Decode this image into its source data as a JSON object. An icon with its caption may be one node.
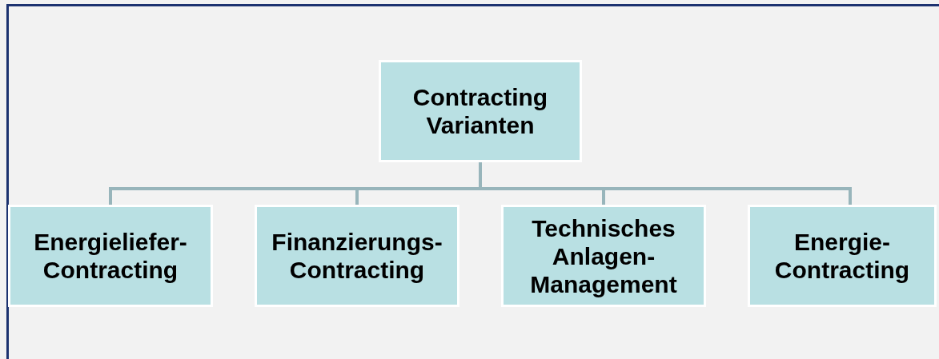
{
  "diagram": {
    "nodes": [
      {
        "text": [
          "Contracting Varianten"
        ]
      },
      {
        "text": [
          "Energieliefer-Contracting"
        ]
      },
      {
        "text": [
          "Finanzierungs-Contracting"
        ]
      },
      {
        "text": [
          "Technisches Anlagen-Management"
        ]
      },
      {
        "text": [
          "Energie-Contracting"
        ]
      }
    ],
    "edges": [
      {
        "from": 0,
        "to": 1,
        "arrow": "none"
      },
      {
        "from": 0,
        "to": 2,
        "arrow": "none"
      },
      {
        "from": 0,
        "to": 3,
        "arrow": "none"
      },
      {
        "from": 0,
        "to": 4,
        "arrow": "none"
      }
    ]
  }
}
